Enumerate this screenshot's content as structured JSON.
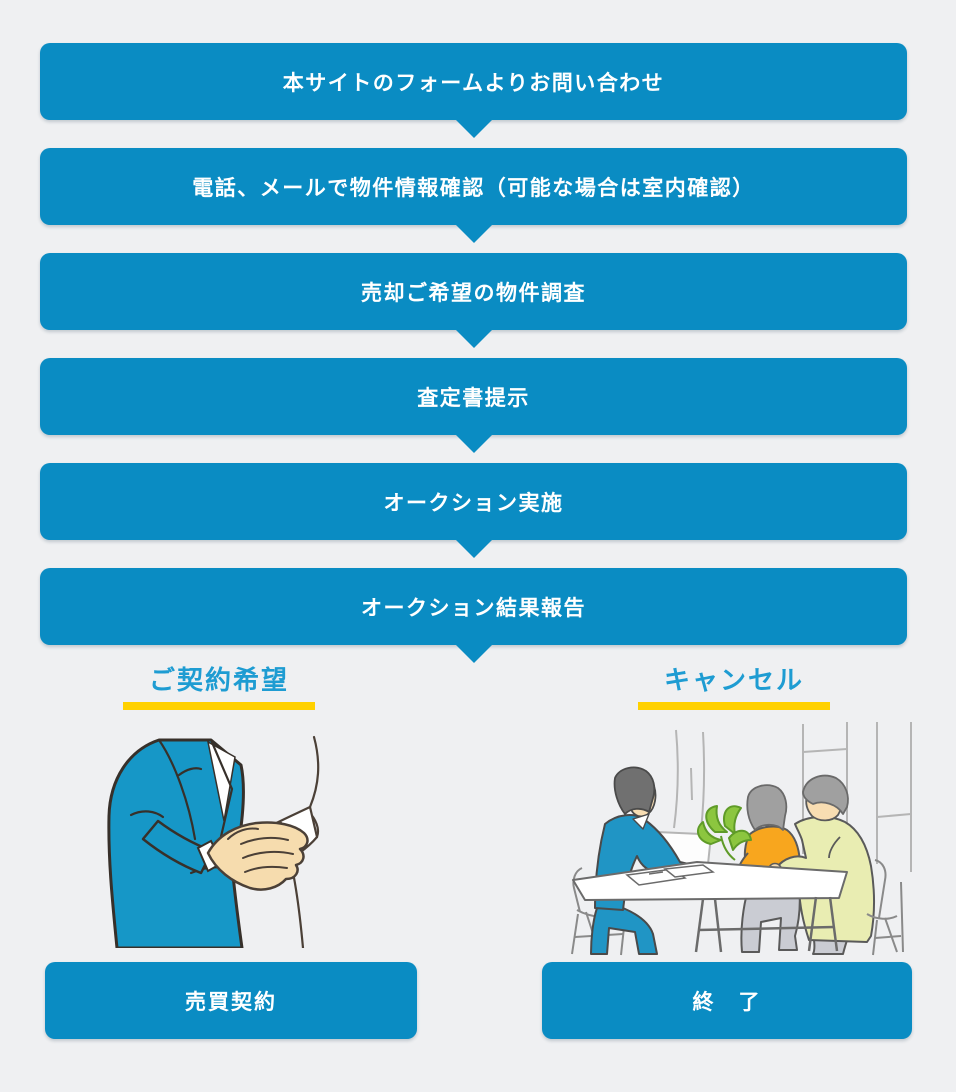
{
  "colors": {
    "background": "#eff0f2",
    "box_blue": "#0a8cc3",
    "heading_blue": "#1e9cd2",
    "underline_yellow": "#ffd100",
    "box_text": "#ffffff"
  },
  "flow_steps": [
    {
      "label": "本サイトのフォームよりお問い合わせ"
    },
    {
      "label": "電話、メールで物件情報確認（可能な場合は室内確認）"
    },
    {
      "label": "売却ご希望の物件調査"
    },
    {
      "label": "査定書提示"
    },
    {
      "label": "オークション実施"
    },
    {
      "label": "オークション結果報告"
    }
  ],
  "branches": {
    "contract": {
      "heading": "ご契約希望",
      "illustration": "handshake-illustration",
      "result_label": "売買契約"
    },
    "cancel": {
      "heading": "キャンセル",
      "illustration": "meeting-illustration",
      "result_label": "終　了"
    }
  }
}
